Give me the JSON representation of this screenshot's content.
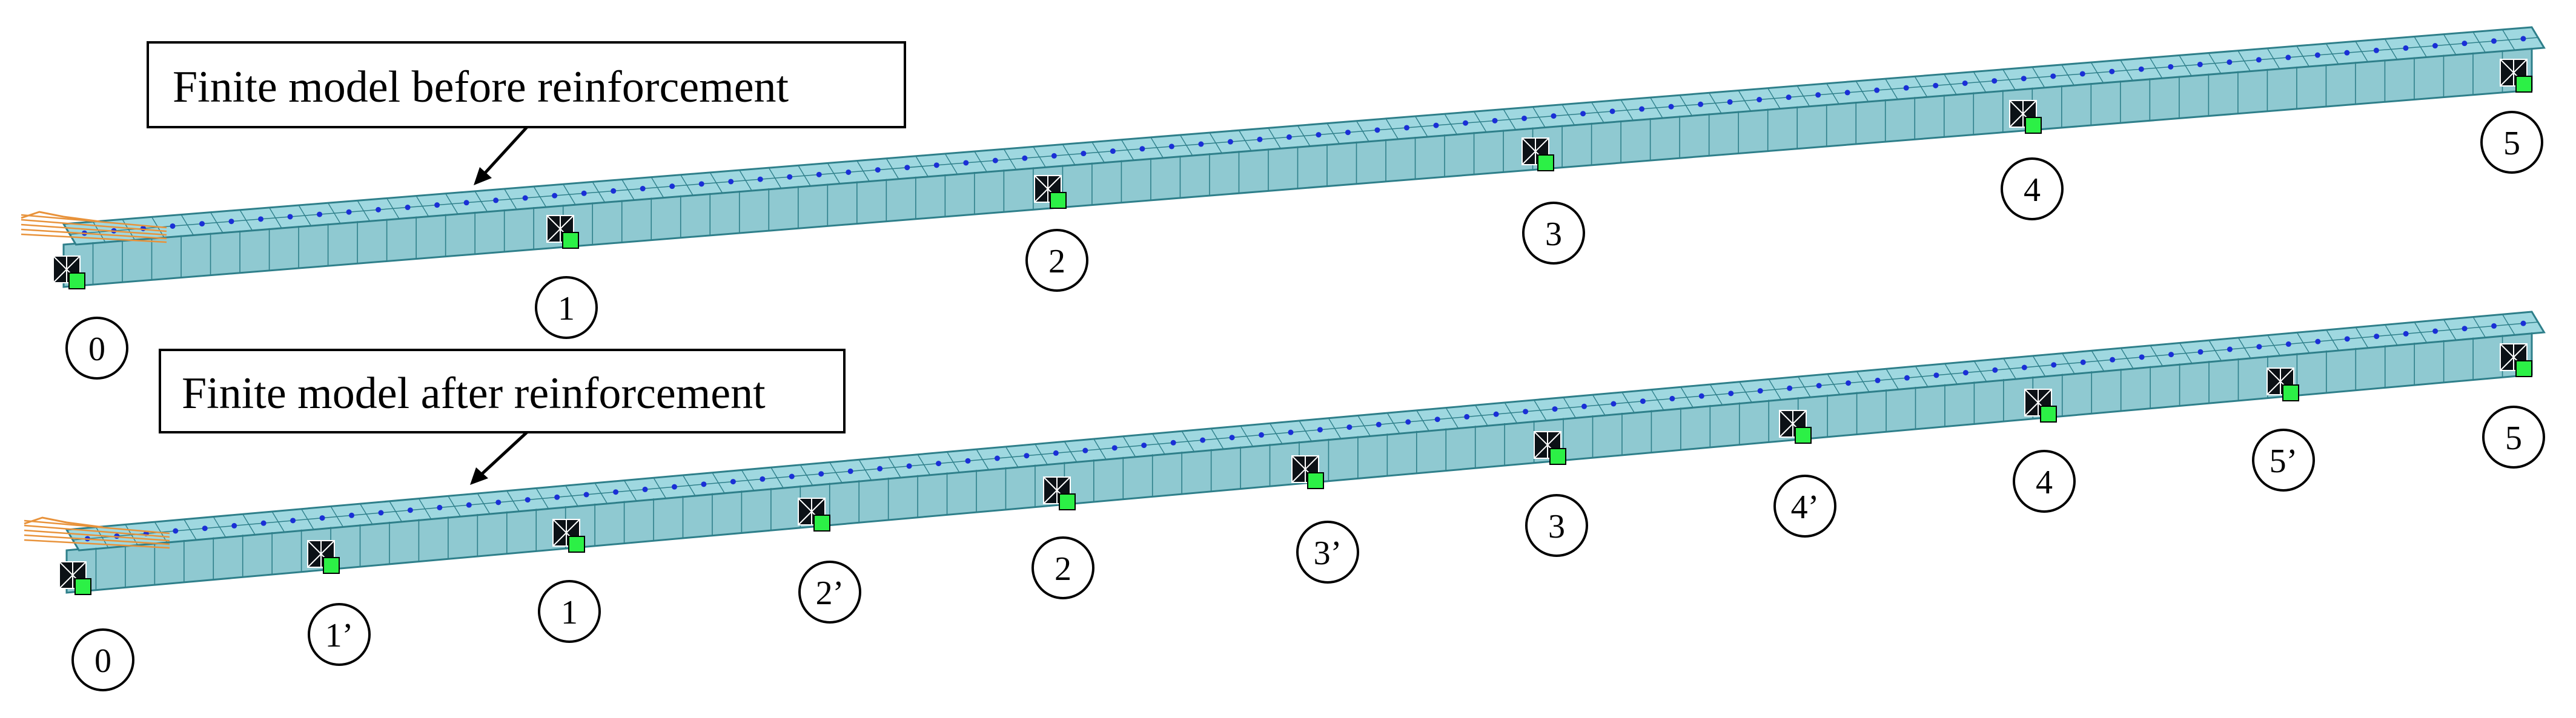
{
  "colors": {
    "deck": "#9fd8e0",
    "deck_dark": "#6fb5bf",
    "web": "#8fc9d1",
    "mesh": "#2e7f8a",
    "node": "#1a2fd6",
    "support_dark": "#0c1116",
    "support_green": "#2cf046",
    "anchor_orange": "#e8923a",
    "outline": "#000000"
  },
  "models": [
    {
      "id": "before",
      "callout": "Finite model before reinforcement",
      "supports": [
        "0",
        "1",
        "2",
        "3",
        "4",
        "5"
      ]
    },
    {
      "id": "after",
      "callout": "Finite model after reinforcement",
      "supports": [
        "0",
        "1’",
        "1",
        "2’",
        "2",
        "3’",
        "3",
        "4’",
        "4",
        "5’",
        "5"
      ]
    }
  ]
}
